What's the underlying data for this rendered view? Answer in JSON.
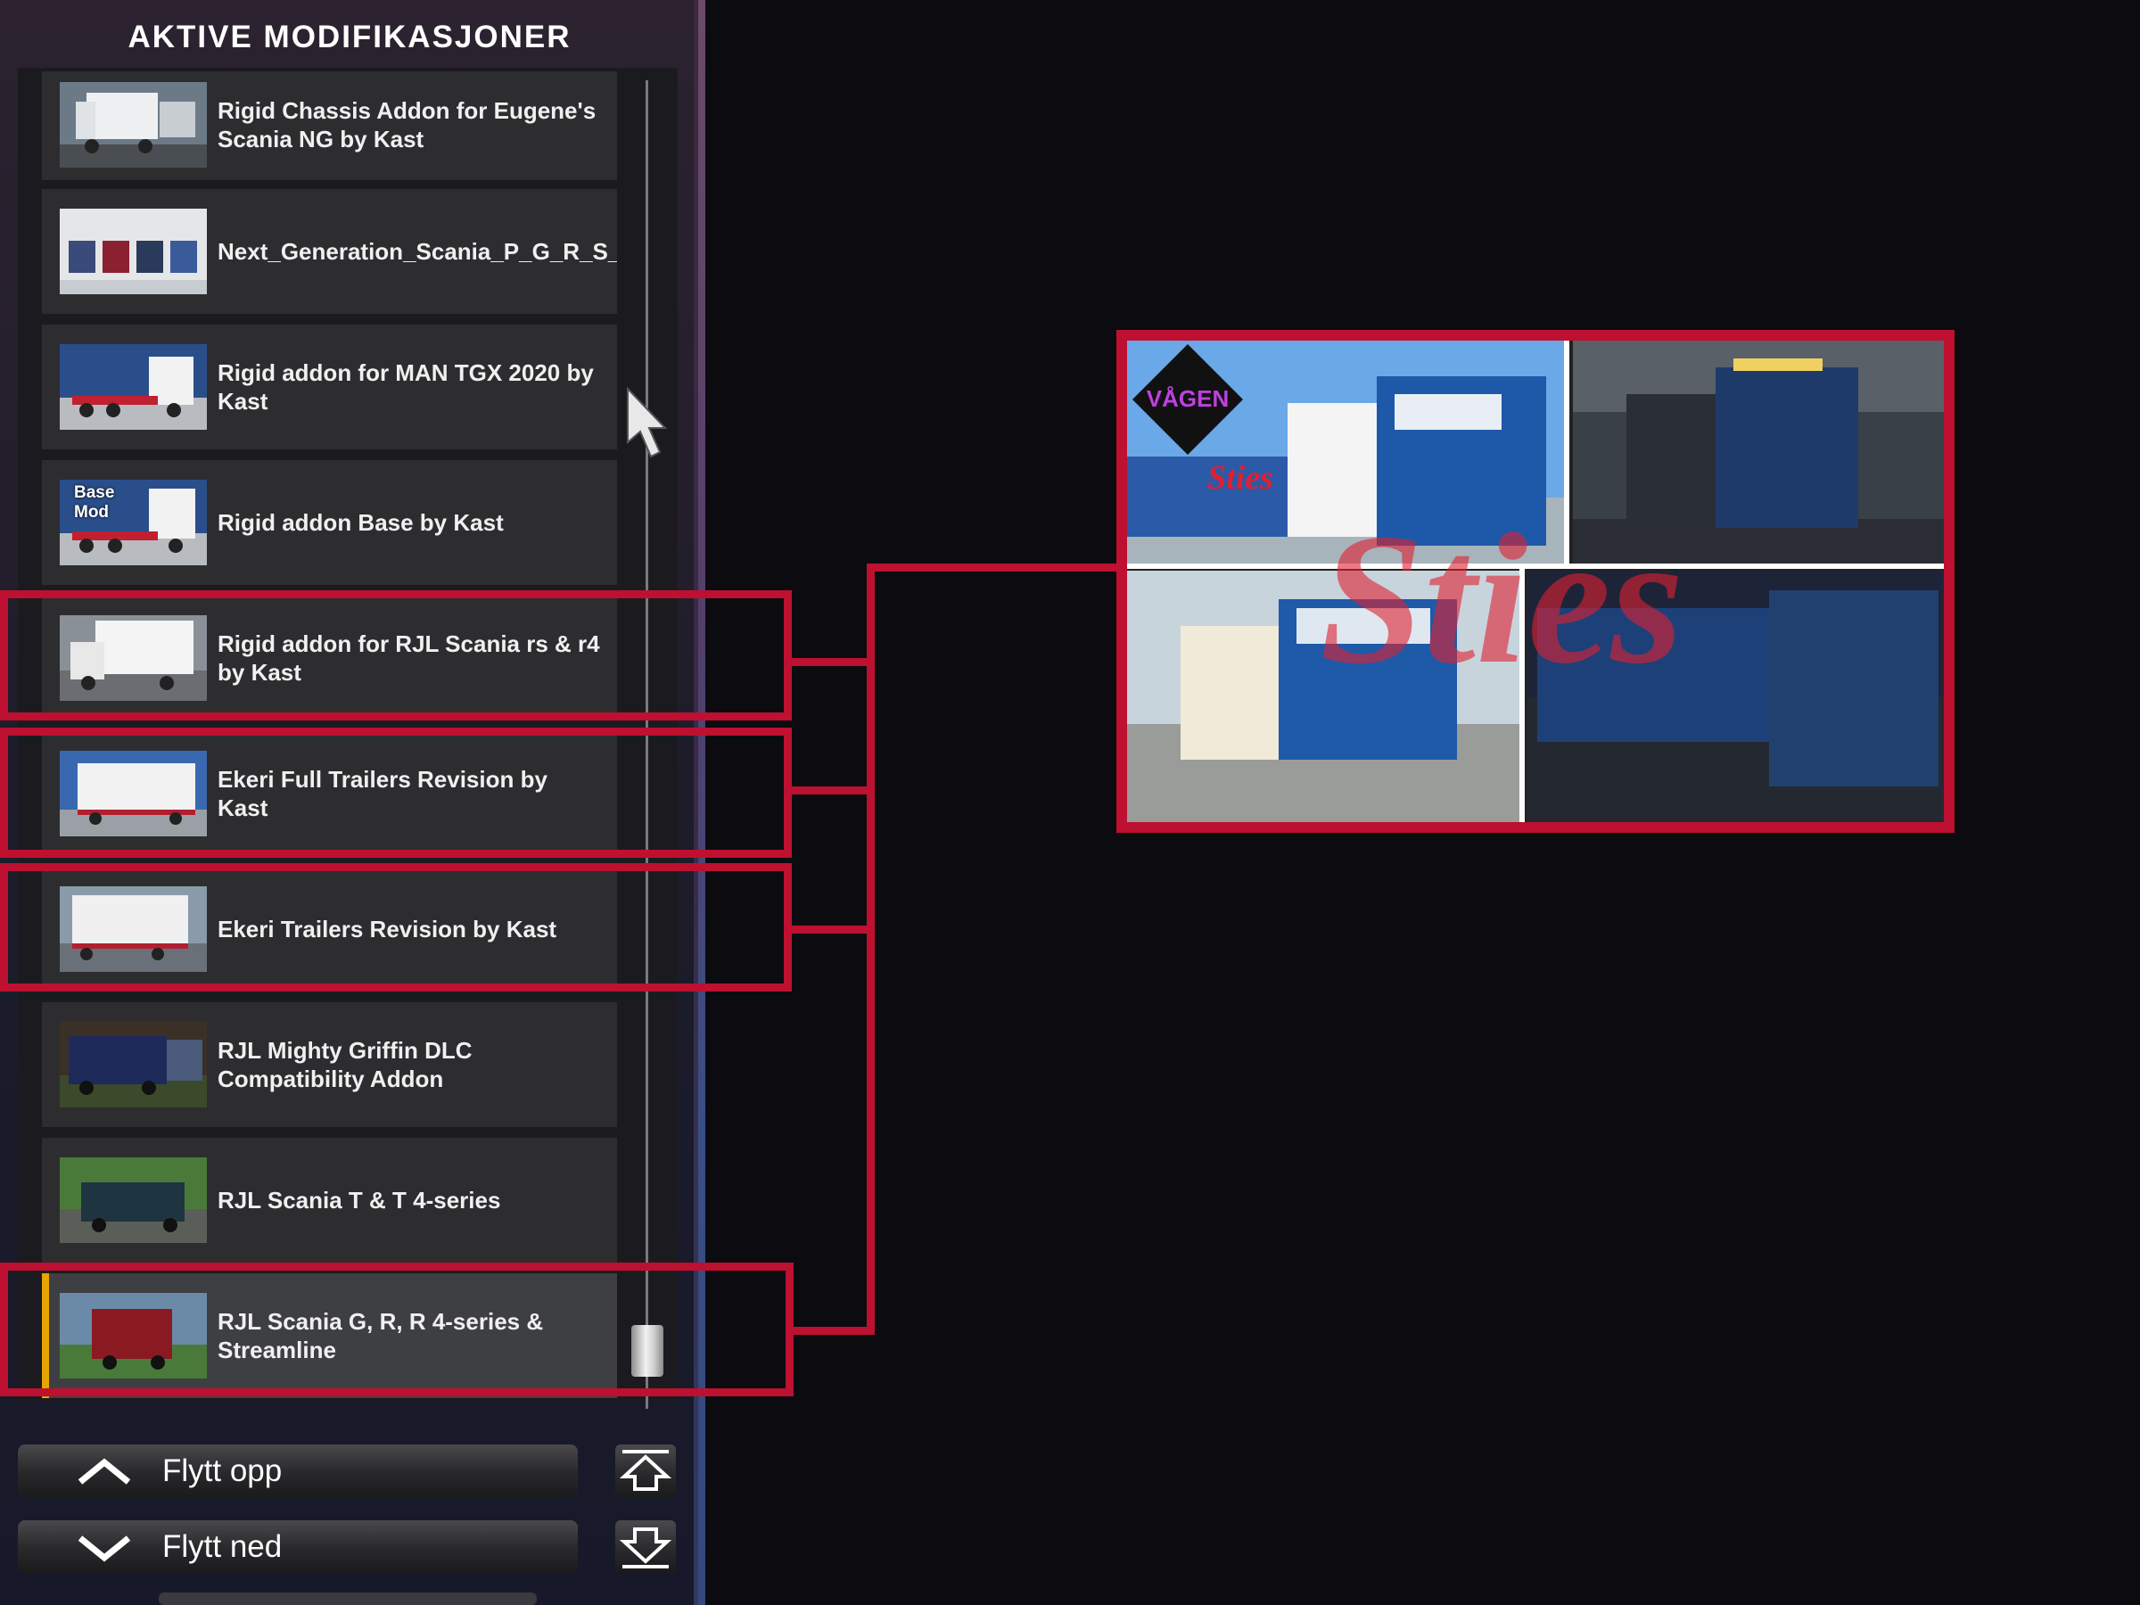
{
  "panel": {
    "title": "AKTIVE MODIFIKASJONER"
  },
  "mods": [
    {
      "label": "Rigid Chassis Addon for Eugene's Scania NG by Kast",
      "thumb": "white-rigid-truck-thumbnail"
    },
    {
      "label": "Next_Generation_Scania_P_G_R_S_Pack",
      "thumb": "scania-pack-thumbnail"
    },
    {
      "label": "Rigid addon for MAN TGX 2020 by Kast",
      "thumb": "man-tgx-thumbnail"
    },
    {
      "label": "Rigid addon Base by Kast",
      "thumb": "base-mod-thumbnail",
      "tag": "Base Mod"
    },
    {
      "label": "Rigid addon for RJL Scania rs & r4 by Kast",
      "thumb": "rjl-scania-rigid-thumbnail"
    },
    {
      "label": "Ekeri Full Trailers Revision by Kast",
      "thumb": "ekeri-full-trailer-thumbnail"
    },
    {
      "label": "Ekeri Trailers Revision by Kast",
      "thumb": "ekeri-trailer-thumbnail"
    },
    {
      "label": "RJL Mighty Griffin DLC Compatibility Addon",
      "thumb": "mighty-griffin-thumbnail"
    },
    {
      "label": "RJL Scania T & T 4-series",
      "thumb": "scania-t-thumbnail"
    },
    {
      "label": "RJL Scania G, R, R 4-series & Streamline",
      "thumb": "scania-r-red-thumbnail",
      "selected": true
    }
  ],
  "buttons": {
    "move_up": "Flytt opp",
    "move_down": "Flytt ned"
  },
  "preview": {
    "logo_text": "VÅGEN",
    "watermark_text": "Sties",
    "truck_label": "Sties"
  },
  "colors": {
    "highlight_red": "#be1030",
    "selected_accent": "#e8a400"
  }
}
